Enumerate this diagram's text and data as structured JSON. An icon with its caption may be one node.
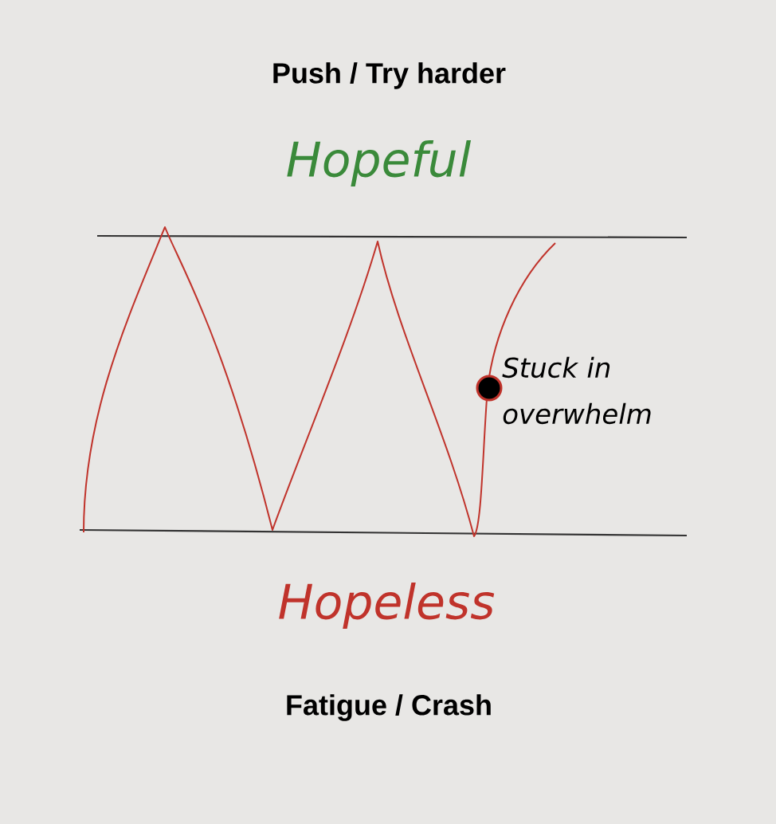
{
  "diagram": {
    "labels": [
      "Push / Try harder",
      "Hopeful",
      "Stuck in overwhelm",
      "Hopeless",
      "Fatigue / Crash"
    ]
  }
}
